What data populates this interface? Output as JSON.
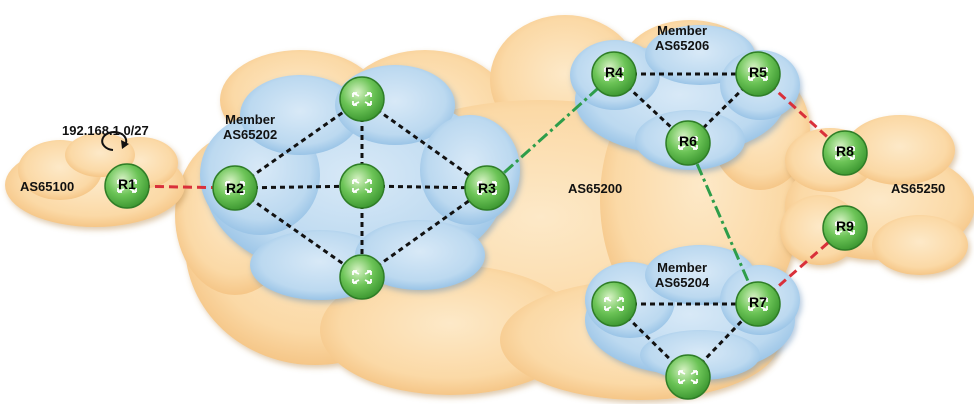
{
  "colors": {
    "peach_cloud": "#fbd9a6",
    "peach_shade": "#f5c27e",
    "blue_cloud": "#bcd9f0",
    "blue_shade": "#8dbce3",
    "router_green": "#5cb84a",
    "router_light": "#c9ecb3",
    "ebgp_link": "#d9303a",
    "confed_link": "#2e9d4a",
    "ibgp_link": "#111111"
  },
  "labels": {
    "as65100": "AS65100",
    "prefix": "192.168.1.0/27",
    "member_a": "Member",
    "as65202": "AS65202",
    "as65200": "AS65200",
    "member_b": "Member",
    "as65206": "AS65206",
    "member_c": "Member",
    "as65204": "AS65204",
    "as65250": "AS65250"
  },
  "routers": {
    "r1": "R1",
    "r2": "R2",
    "r3": "R3",
    "r4": "R4",
    "r5": "R5",
    "r6": "R6",
    "r7": "R7",
    "r8": "R8",
    "r9": "R9"
  },
  "links": [
    {
      "from": "r1",
      "to": "r2",
      "style": "ebgp"
    },
    {
      "from": "r5",
      "to": "r8",
      "style": "ebgp"
    },
    {
      "from": "r7",
      "to": "r9",
      "style": "ebgp"
    },
    {
      "from": "r3",
      "to": "r4",
      "style": "confed"
    },
    {
      "from": "r6",
      "to": "r7",
      "style": "confed"
    },
    {
      "from": "r2",
      "to": "sTop",
      "style": "ibgp"
    },
    {
      "from": "r2",
      "to": "sMid",
      "style": "ibgp"
    },
    {
      "from": "r2",
      "to": "sBot",
      "style": "ibgp"
    },
    {
      "from": "sTop",
      "to": "sMid",
      "style": "ibgp"
    },
    {
      "from": "sMid",
      "to": "sBot",
      "style": "ibgp"
    },
    {
      "from": "sTop",
      "to": "r3",
      "style": "ibgp"
    },
    {
      "from": "sMid",
      "to": "r3",
      "style": "ibgp"
    },
    {
      "from": "sBot",
      "to": "r3",
      "style": "ibgp"
    },
    {
      "from": "r4",
      "to": "r5",
      "style": "ibgp"
    },
    {
      "from": "r4",
      "to": "r6",
      "style": "ibgp"
    },
    {
      "from": "r5",
      "to": "r6",
      "style": "ibgp"
    },
    {
      "from": "sLeft",
      "to": "r7",
      "style": "ibgp"
    },
    {
      "from": "sLeft",
      "to": "sLow",
      "style": "ibgp"
    },
    {
      "from": "sLow",
      "to": "r7",
      "style": "ibgp"
    }
  ]
}
